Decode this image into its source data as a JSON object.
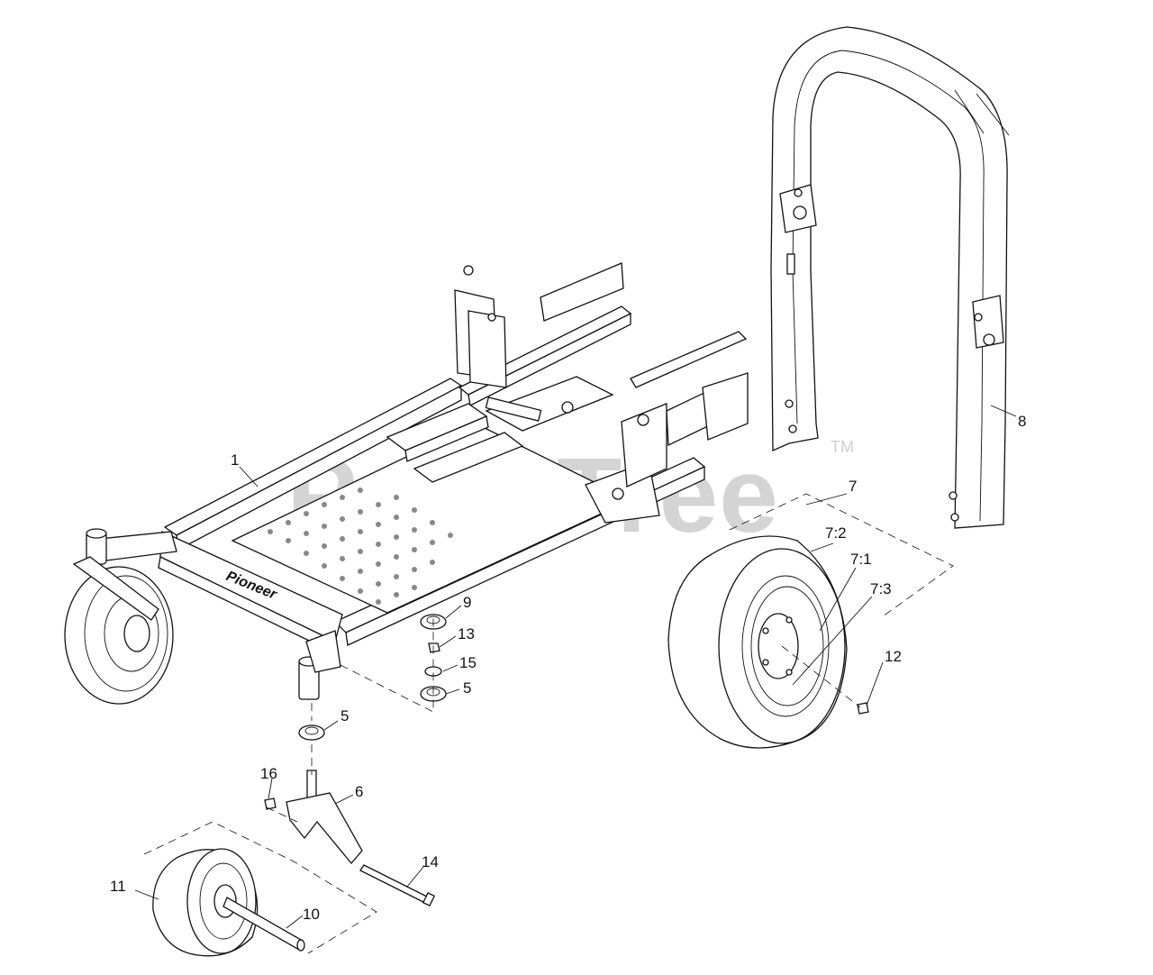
{
  "watermark": {
    "text": "PartsTree",
    "trademark": "TM"
  },
  "callouts": {
    "c1": "1",
    "c5a": "5",
    "c5b": "5",
    "c6": "6",
    "c7": "7",
    "c7_1": "7:1",
    "c7_2": "7:2",
    "c7_3": "7:3",
    "c8": "8",
    "c9": "9",
    "c10": "10",
    "c11": "11",
    "c12": "12",
    "c13": "13",
    "c14": "14",
    "c15": "15",
    "c16": "16"
  },
  "frame_logo": "Pioneer",
  "colors": {
    "line": "#111111",
    "watermark": "#d4d4d4",
    "background": "#ffffff"
  }
}
